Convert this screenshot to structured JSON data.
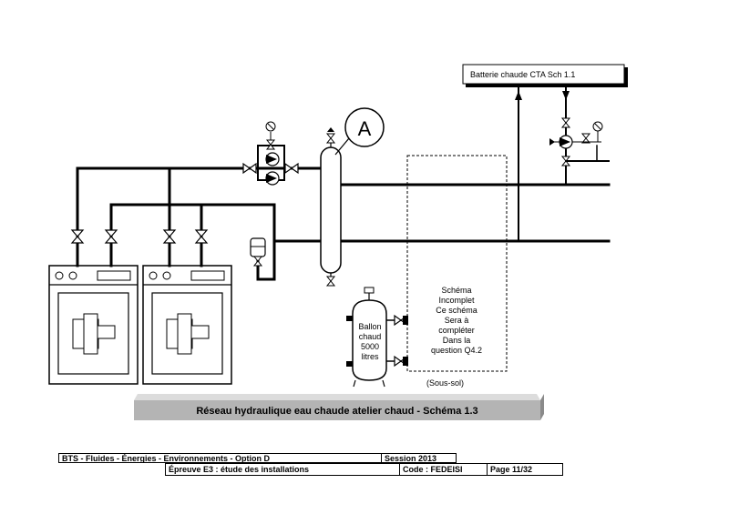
{
  "callout": "A",
  "cta_box": "Batterie chaude CTA  Sch 1.1",
  "ballon": {
    "line1": "Ballon",
    "line2": "chaud",
    "line3": "5000",
    "line4": "litres"
  },
  "sous_sol": "(Sous-sol)",
  "note": {
    "line1": "Schéma",
    "line2": "Incomplet",
    "line3": "Ce schéma",
    "line4": "Sera à",
    "line5": "compléter",
    "line6": "Dans la",
    "line7": "question Q4.2"
  },
  "title_banner": "Réseau hydraulique eau chaude atelier chaud - Schéma 1.3",
  "footer": {
    "cell1": "BTS - Fluides - Énergies - Environnements - Option D",
    "cell2": "Session 2013",
    "cell3": "Épreuve E3 : étude des installations",
    "cell4": "Code : FEDEISI",
    "cell5": "Page 11/32"
  }
}
